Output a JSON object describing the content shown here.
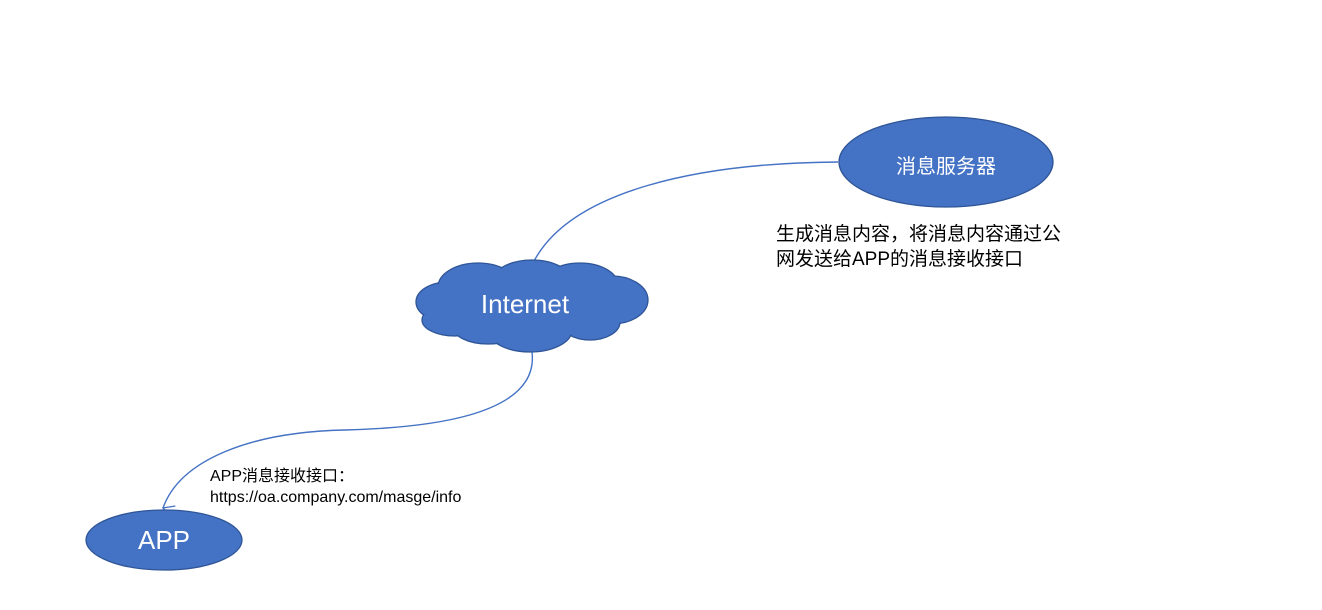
{
  "nodes": {
    "server": "消息服务器",
    "internet": "Internet",
    "app": "APP"
  },
  "annotations": {
    "server_note_line1": "生成消息内容，将消息内容通过公",
    "server_note_line2": "网发送给APP的消息接收接口",
    "app_note_line1": "APP消息接收接口：",
    "app_note_line2": "https://oa.company.com/masge/info"
  },
  "colors": {
    "node_fill": "#4472C4",
    "node_stroke": "#2F5597",
    "connector": "#4472C4"
  }
}
